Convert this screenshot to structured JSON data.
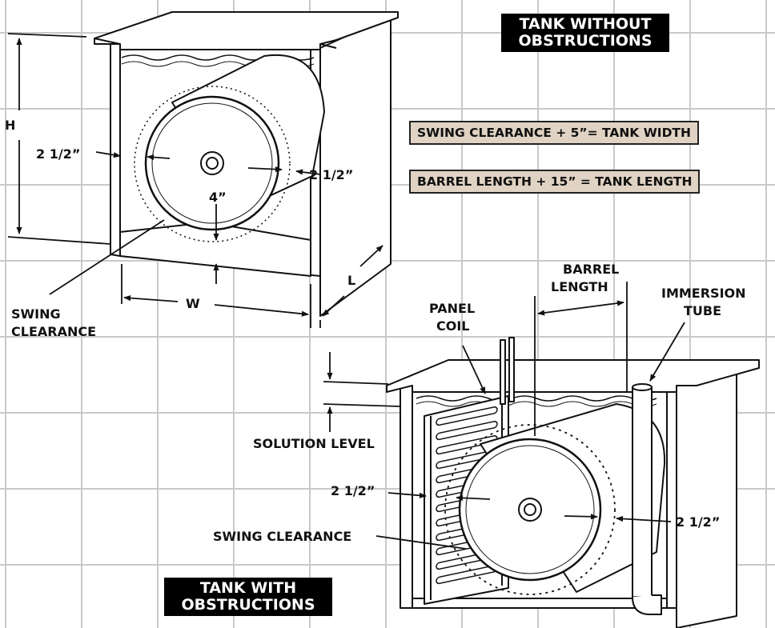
{
  "titles": {
    "without": [
      "TANK WITHOUT",
      "OBSTRUCTIONS"
    ],
    "with": [
      "TANK WITH",
      "OBSTRUCTIONS"
    ]
  },
  "formulas": {
    "width": "SWING CLEARANCE + 5”= TANK WIDTH",
    "length": "BARREL LENGTH + 15” = TANK LENGTH"
  },
  "labels": {
    "h": "H",
    "w": "W",
    "l": "L",
    "clear_left_top": "2 1/2”",
    "clear_right_top": "2 1/2”",
    "clear_bottom_top": "4”",
    "swing_clearance_top": [
      "SWING",
      "CLEARANCE"
    ],
    "barrel_length": [
      "BARREL",
      "LENGTH"
    ],
    "immersion_tube": [
      "IMMERSION",
      "TUBE"
    ],
    "panel_coil": [
      "PANEL",
      "COIL"
    ],
    "solution_level": "SOLUTION LEVEL",
    "clear_left_bottom": "2 1/2”",
    "clear_right_bottom": "2 1/2”",
    "swing_clearance_bottom": "SWING CLEARANCE"
  }
}
